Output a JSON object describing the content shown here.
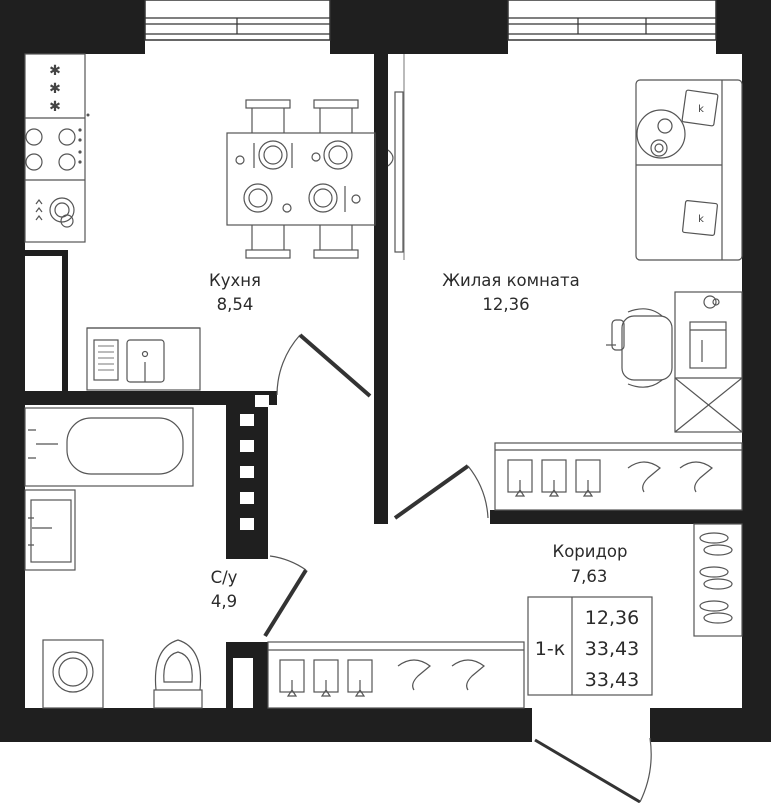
{
  "rooms": {
    "kitchen": {
      "name": "Кухня",
      "area": "8,54"
    },
    "living": {
      "name": "Жилая комната",
      "area": "12,36"
    },
    "corridor": {
      "name": "Коридор",
      "area": "7,63"
    },
    "bathroom": {
      "name": "С/у",
      "area": "4,9"
    }
  },
  "summary": {
    "type": "1-к",
    "living_area": "12,36",
    "total_area": "33,43",
    "total_area_2": "33,43"
  },
  "colors": {
    "wall": "#1f1f1f",
    "line": "#555555",
    "background": "#ffffff"
  }
}
